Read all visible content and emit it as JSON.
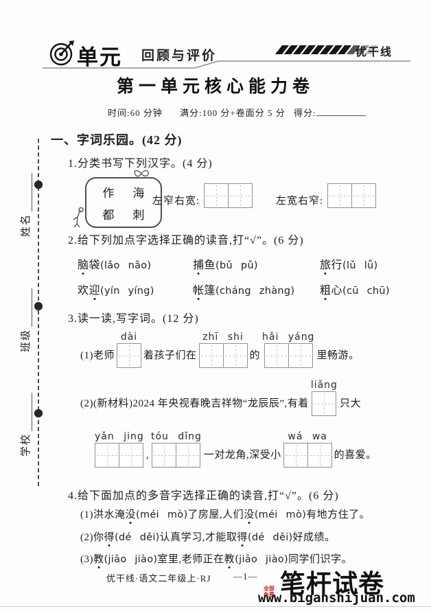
{
  "header": {
    "unit_label": "单元",
    "tagline": "回顾与评价",
    "brand": "优干线"
  },
  "title": "第一单元核心能力卷",
  "meta": {
    "time": "时间:60 分钟",
    "full_score": "满分:100 分+卷面分 5 分",
    "score_label": "得分:"
  },
  "sidebar": {
    "name_label": "姓名",
    "class_label": "班级",
    "school_label": "学校"
  },
  "section": {
    "heading": "一、字词乐园。(42 分)"
  },
  "q1": {
    "prompt": "1.分类书写下列汉字。(4 分)",
    "chars": [
      "作",
      "海",
      "都",
      "刺"
    ],
    "left_narrow": "左窄右宽:",
    "left_wide": "左宽右窄:"
  },
  "q2": {
    "prompt": "2.给下列加点字选择正确的读音,打“√”。(6 分)",
    "items": [
      {
        "pre": "",
        "dot": "脑",
        "rest": "袋",
        "opt": "(lǎo nǎo)"
      },
      {
        "pre": "",
        "dot": "捕",
        "rest": "鱼",
        "opt": "(bǔ pǔ)"
      },
      {
        "pre": "",
        "dot": "旅",
        "rest": "行",
        "opt": "(lǔ lǚ)"
      },
      {
        "pre": "欢",
        "dot": "迎",
        "rest": "",
        "opt": "(yín yíng)"
      },
      {
        "pre": "",
        "dot": "帐",
        "rest": "篷",
        "opt": "(cháng zhàng)"
      },
      {
        "pre": "",
        "dot": "粗",
        "rest": "心",
        "opt": "(cū chū)"
      }
    ]
  },
  "q3": {
    "prompt": "3.读一读,写字词。(12 分)",
    "p1": {
      "t0": "(1)老师",
      "py1": "dài",
      "t1": "着孩子们在",
      "py2": "zhī shi",
      "t2": "的",
      "py3": "hǎi yáng",
      "t3": "里畅游。"
    },
    "p2": {
      "t0": "(2)(新材料)2024 年央视春晚吉祥物“龙辰辰”,有着",
      "py1": "liǎng",
      "t1": "只大",
      "py2": "yǎn jing",
      "t2": ",",
      "py3": "tóu dǐng",
      "t3": "一对龙角,深受小",
      "py4": "wá wa",
      "t4": "的喜爱。"
    }
  },
  "q4": {
    "prompt": "4.给下面加点的多音字选择正确的读音,打“√”。(6 分)",
    "s1": {
      "t0": "(1)洪水淹",
      "d1": "没",
      "p1": "(méi mò)",
      "t1": "了房屋,人们",
      "d2": "没",
      "p2": "(méi mò)",
      "t2": "有地方住了。"
    },
    "s2": {
      "t0": "(2)你",
      "d1": "得",
      "p1": "(dé děi)",
      "t1": "认真学习,才能取",
      "d2": "得",
      "p2": "(dé děi)",
      "t2": "好成绩。"
    },
    "s3": {
      "t0": "(3)",
      "d1": "教",
      "p1": "(jiāo jiào)",
      "t1": "室里,老师正在",
      "d2": "教",
      "p2": "(jiāo jiào)",
      "t2": "同学们识字。"
    }
  },
  "footer": {
    "edition": "优干线·语文二年级上·RJ",
    "page": "—1—"
  },
  "watermark": {
    "free": "全部免费",
    "brand": "笔杆试卷",
    "site": "www.biganshijuan.com"
  }
}
